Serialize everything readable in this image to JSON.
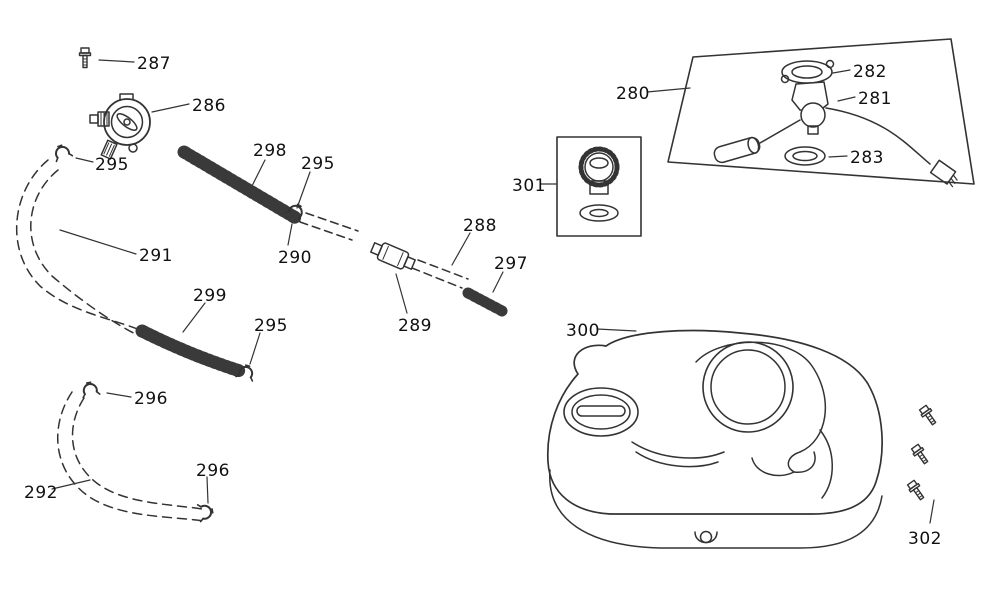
{
  "labels": [
    {
      "text": "287"
    },
    {
      "text": "286"
    },
    {
      "text": "295"
    },
    {
      "text": "298"
    },
    {
      "text": "295"
    },
    {
      "text": "291"
    },
    {
      "text": "290"
    },
    {
      "text": "288"
    },
    {
      "text": "297"
    },
    {
      "text": "299"
    },
    {
      "text": "295"
    },
    {
      "text": "289"
    },
    {
      "text": "296"
    },
    {
      "text": "292"
    },
    {
      "text": "296"
    },
    {
      "text": "301"
    },
    {
      "text": "280"
    },
    {
      "text": "282"
    },
    {
      "text": "281"
    },
    {
      "text": "283"
    },
    {
      "text": "300"
    },
    {
      "text": "302"
    }
  ],
  "colors": {
    "line": "#333333",
    "label": "#111111",
    "background": "#ffffff"
  }
}
